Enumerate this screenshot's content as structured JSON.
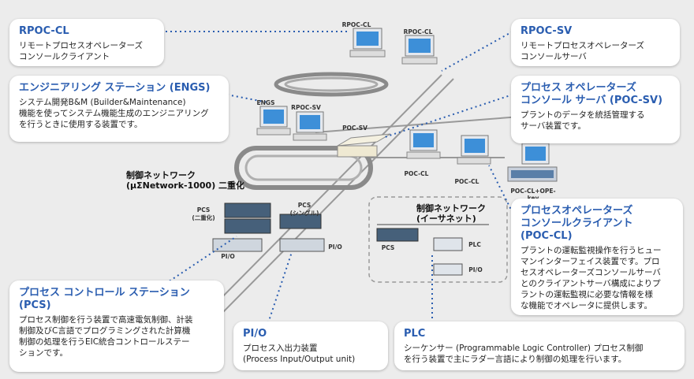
{
  "callouts": {
    "rpoc_cl": {
      "title": "RPOC-CL",
      "desc": "リモートプロセスオペレーターズ\nコンソールクライアント"
    },
    "engs": {
      "title": "エンジニアリング ステーション (ENGS)",
      "desc": "システム開発B&M (Builder&Maintenance)\n機能を使ってシステム機能生成のエンジニアリング\nを行うときに使用する装置です。"
    },
    "pcs": {
      "title": "プロセス コントロール ステーション\n(PCS)",
      "desc": "プロセス制御を行う装置で高速電気制御、計装\n制御及びC言語でプログラミングされた計算機\n制御の処理を行うEIC統合コントロールステー\nションです。"
    },
    "pio": {
      "title": "PI/O",
      "desc": "プロセス入出力装置\n(Process Input/Output unit)"
    },
    "plc": {
      "title": "PLC",
      "desc": "シーケンサー (Programmable Logic Controller) プロセス制御\nを行う装置で主にラダー言語により制御の処理を行います。"
    },
    "rpoc_sv": {
      "title": "RPOC-SV",
      "desc": "リモートプロセスオペレーターズ\nコンソールサーバ"
    },
    "poc_sv": {
      "title": "プロセス オペレーターズ\nコンソール サーバ (POC-SV)",
      "desc": "プラントのデータを統括管理する\nサーバ装置です。"
    },
    "poc_cl": {
      "title": "プロセスオペレーターズ\nコンソールクライアント\n(POC-CL)",
      "desc": "プラントの運転監視操作を行うヒュー\nマンインターフェイス装置です。プロ\nセスオペレーターズコンソールサーバ\nとのクライアントサーバ構成によりプ\nラントの運転監視に必要な情報を様\nな機能でオペレータに提供します。"
    }
  },
  "device_labels": {
    "rpoc_cl_1": "RPOC-CL",
    "rpoc_cl_2": "RPOC-CL",
    "engs": "ENGS",
    "rpoc_sv": "RPOC-SV",
    "poc_sv": "POC-SV",
    "poc_cl_1": "POC-CL",
    "poc_cl_2": "POC-CL",
    "poc_cl_ope": "POC-CL+OPE-key",
    "pcs_dual": "PCS\n(二重化)",
    "pcs_single": "PCS\n(シングル)",
    "pio_1": "PI/O",
    "pio_2": "PI/O",
    "pcs_eth": "PCS",
    "plc": "PLC",
    "pio_eth": "PI/O"
  },
  "network_labels": {
    "control_net": "制御ネットワーク\n(μΣNetwork-1000) 二重化",
    "ethernet": "制御ネットワーク\n(イーサネット)"
  },
  "colors": {
    "accent": "#2a5db0",
    "dotted_line": "#2a5db0",
    "ring": "#8a8a8a"
  }
}
